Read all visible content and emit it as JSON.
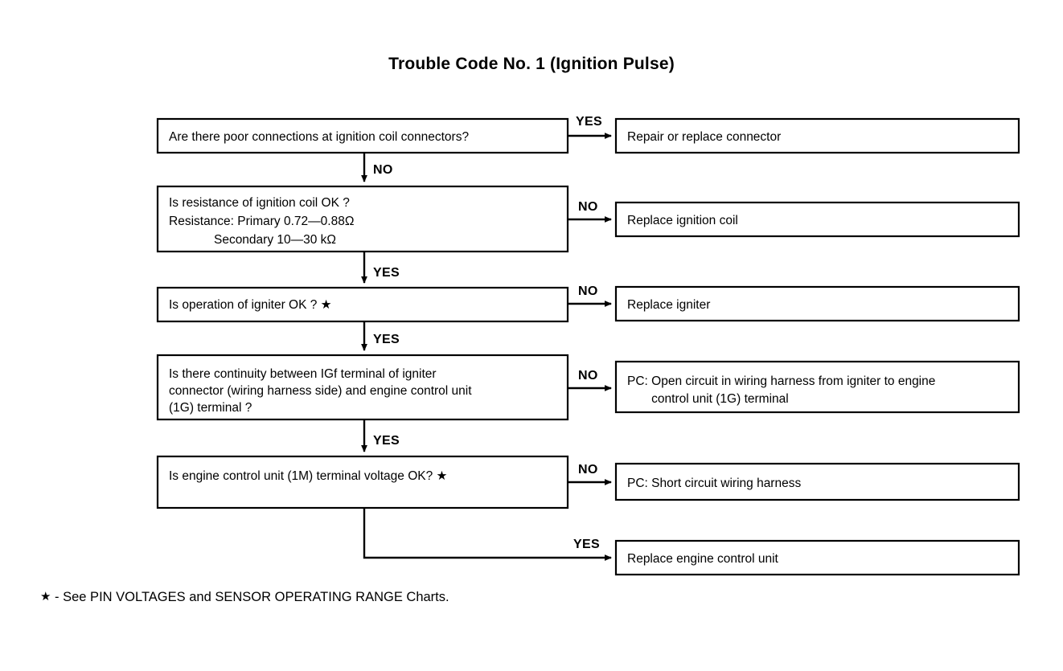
{
  "title": "Trouble Code No. 1 (Ignition Pulse)",
  "footnote": {
    "star": "★",
    "text": " -  See PIN VOLTAGES and SENSOR OPERATING RANGE Charts."
  },
  "colors": {
    "background": "#ffffff",
    "ink": "#000000",
    "box_fill": "#ffffff"
  },
  "flow": {
    "questions": [
      {
        "id": "q1",
        "lines": [
          "Are there poor connections at ignition coil connectors?"
        ],
        "yes_branch": "right",
        "no_branch": "down"
      },
      {
        "id": "q2",
        "lines": [
          "Is resistance of ignition coil OK ?",
          "Resistance: Primary 0.72—0.88Ω",
          "             Secondary 10—30 kΩ"
        ],
        "yes_branch": "down",
        "no_branch": "right"
      },
      {
        "id": "q3",
        "lines": [
          "Is operation of igniter OK ? ★"
        ],
        "yes_branch": "down",
        "no_branch": "right"
      },
      {
        "id": "q4",
        "lines": [
          "Is there continuity between IGf terminal of igniter",
          "connector (wiring harness side) and engine control unit",
          "(1G) terminal ?"
        ],
        "yes_branch": "down",
        "no_branch": "right"
      },
      {
        "id": "q5",
        "lines": [
          "Is engine control unit (1M) terminal voltage OK? ★"
        ],
        "yes_branch": "down",
        "no_branch": "right"
      }
    ],
    "results": [
      {
        "id": "r1",
        "lines": [
          "Repair or replace connector"
        ]
      },
      {
        "id": "r2",
        "lines": [
          "Replace ignition coil"
        ]
      },
      {
        "id": "r3",
        "lines": [
          "Replace igniter"
        ]
      },
      {
        "id": "r4",
        "lines": [
          "PC: Open circuit in wiring harness from igniter to engine",
          "       control unit (1G) terminal"
        ]
      },
      {
        "id": "r5",
        "lines": [
          "PC: Short circuit wiring harness"
        ]
      },
      {
        "id": "r6",
        "lines": [
          "Replace engine control unit"
        ]
      }
    ],
    "branch_labels": {
      "b1": "YES",
      "b2": "NO",
      "b3": "NO",
      "b4": "YES",
      "b5": "NO",
      "b6": "YES",
      "b7": "NO",
      "b8": "YES",
      "b9": "NO",
      "b10": "YES"
    }
  }
}
